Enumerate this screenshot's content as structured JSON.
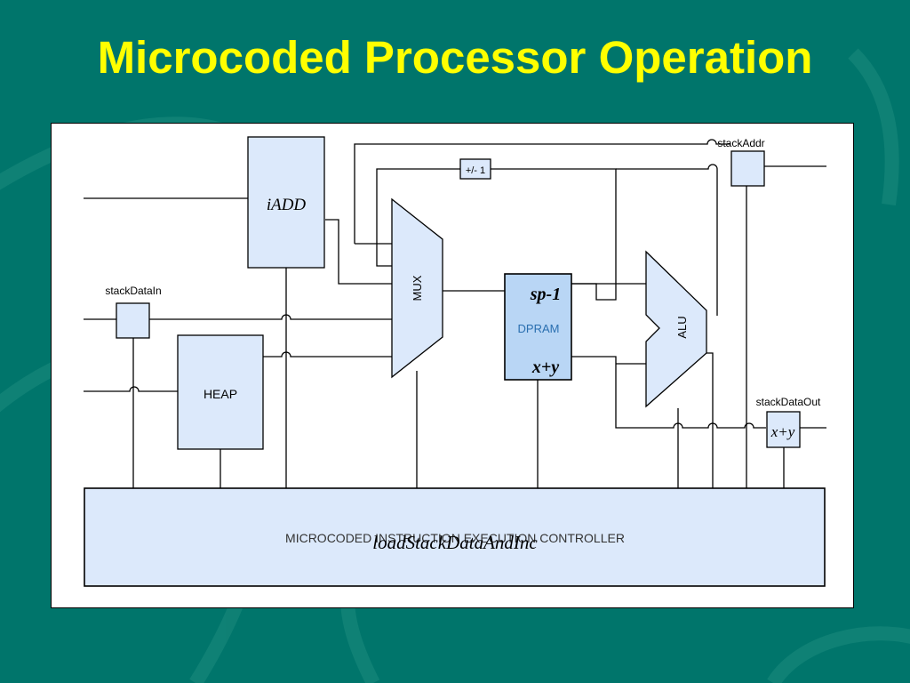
{
  "slide": {
    "title": "Microcoded Processor Operation",
    "background_color": "#00756b",
    "title_color": "#ffff00"
  },
  "diagram": {
    "block_fill": "#dce9fb",
    "dpram_fill": "#b9d6f5",
    "blocks": {
      "iadd": "iADD",
      "heap": "HEAP",
      "mux": "MUX",
      "dpram": "DPRAM",
      "alu": "ALU",
      "incdec": "+/- 1",
      "controller": "MICROCODED INSTRUCTION EXECUTION CONTROLLER"
    },
    "port_labels": {
      "stack_addr": "stackAddr",
      "stack_data_in": "stackDataIn",
      "stack_data_out": "stackDataOut"
    },
    "overlay_values": {
      "dpram_top": "sp-1",
      "dpram_bottom": "x+y",
      "stack_data_out": "x+y",
      "controller_state": "loadStackDataAndInc"
    }
  }
}
